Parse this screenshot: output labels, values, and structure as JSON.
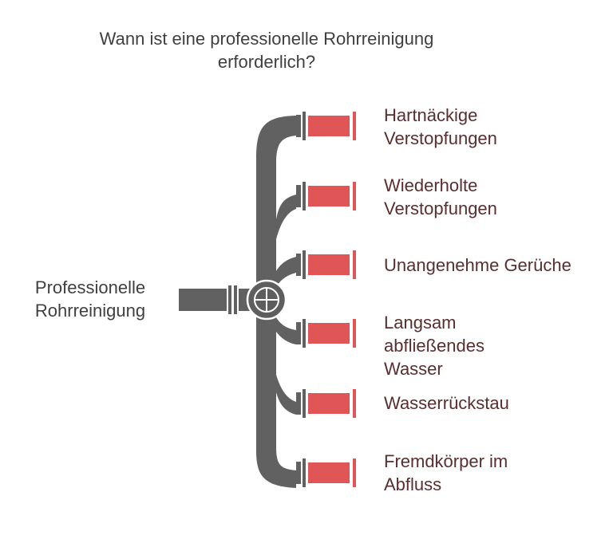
{
  "title": "Wann ist eine professionelle Rohrreinigung erforderlich?",
  "left_label": "Professionelle Rohrreinigung",
  "items": [
    {
      "text": "Hartnäckige Verstopfungen"
    },
    {
      "text": "Wiederholte Verstopfungen"
    },
    {
      "text": "Unangenehme Gerüche"
    },
    {
      "text": "Langsam abfließendes Wasser"
    },
    {
      "text": "Wasserrückstau"
    },
    {
      "text": "Fremdkörper im Abfluss"
    }
  ],
  "colors": {
    "pipe": "#616161",
    "outlet": "#e05555",
    "valve": "#5e5e5e",
    "label_text": "#5a2e2e",
    "title_text": "#404040"
  }
}
